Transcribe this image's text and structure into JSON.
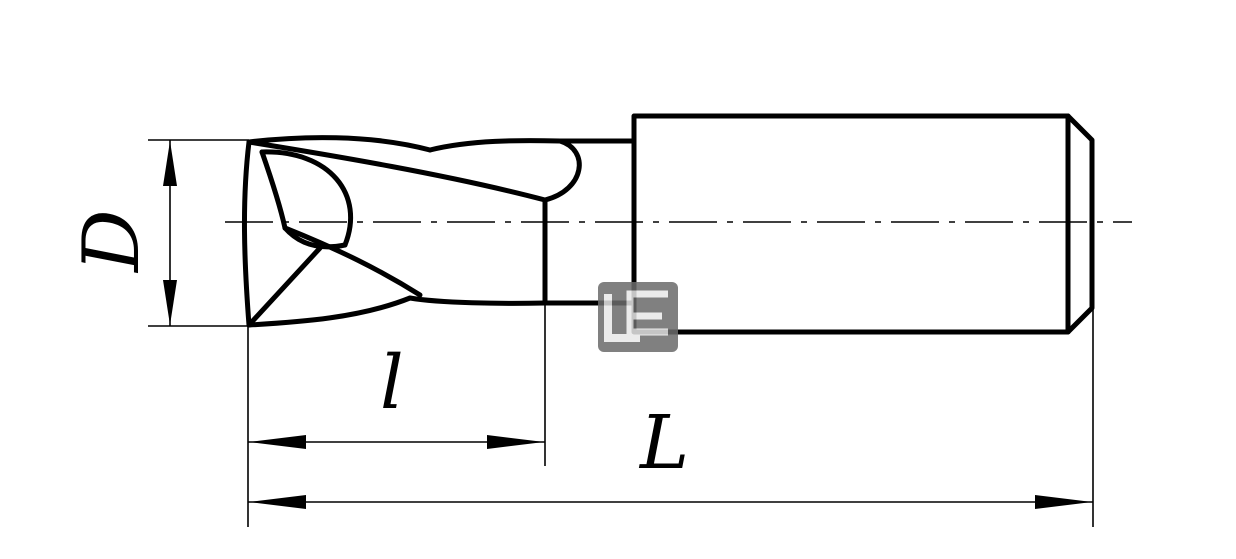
{
  "labels": {
    "diameter": "D",
    "cutting_length": "l",
    "overall_length": "L"
  },
  "watermark": {
    "icon": "logo-watermark-icon",
    "color": "#6b6b6b"
  },
  "colors": {
    "line": "#000000",
    "background": "#ffffff"
  }
}
